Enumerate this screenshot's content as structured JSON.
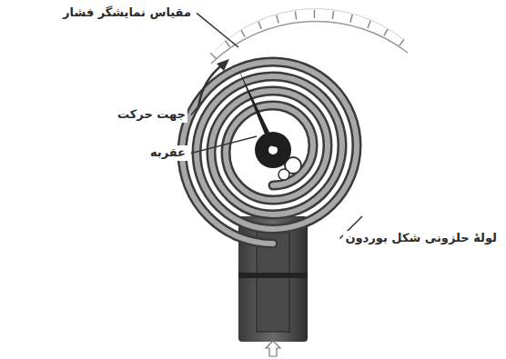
{
  "diagram": {
    "labels": [
      "مقیاس نمایشگر فشار",
      "جهت حرکت",
      "عقربه",
      "لولهٔ حلزونی شکل بوردون"
    ]
  }
}
